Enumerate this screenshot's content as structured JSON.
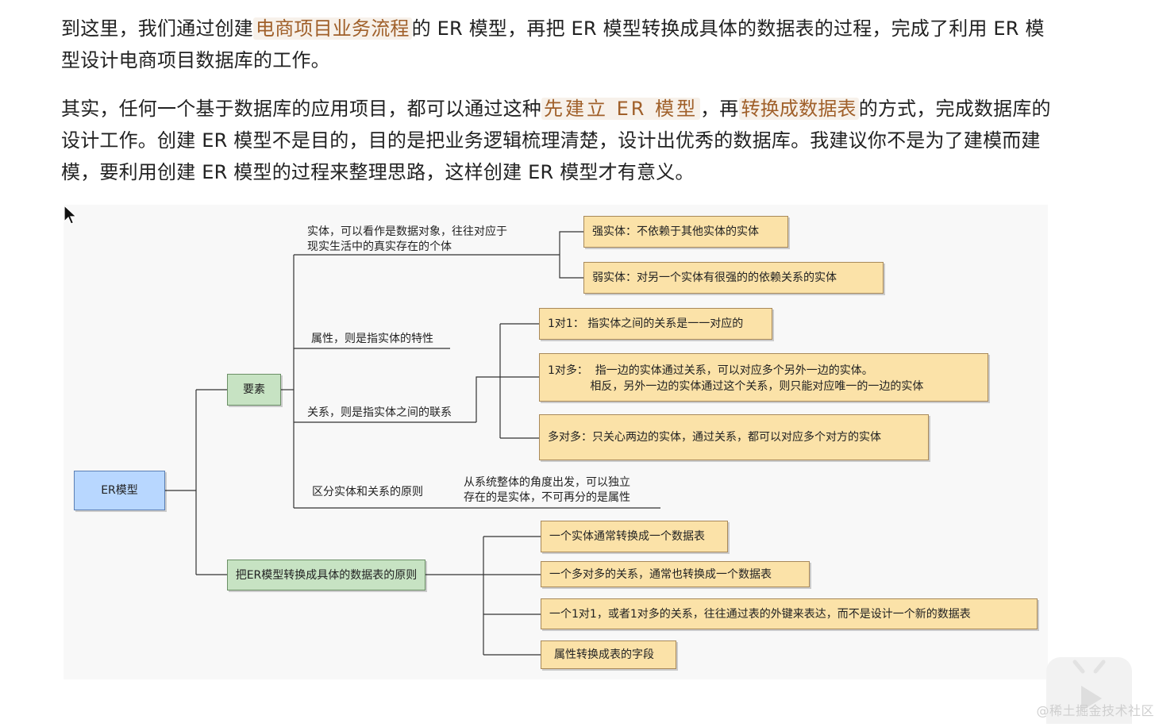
{
  "paragraph1": {
    "part1": "到这里，我们通过创建",
    "highlight": "电商项目业务流程",
    "part2": "的 ER 模型，再把 ER 模型转换成具体的数据表的过程，完成了利用 ER 模型设计电商项目数据库的工作。"
  },
  "paragraph2": {
    "part1": "其实，任何一个基于数据库的应用项目，都可以通过这种",
    "highlight1": "先建立 ER 模型",
    "part2": "，再",
    "highlight2": "转换成数据表",
    "part3": "的方式，完成数据库的设计工作。创建 ER 模型不是目的，目的是把业务逻辑梳理清楚，设计出优秀的数据库。我建议你不是为了建模而建模，要利用创建 ER 模型的过程来整理思路，这样创建 ER 模型才有意义。"
  },
  "diagram": {
    "root": "ER模型",
    "elements": "要素",
    "convert": "把ER模型转换成具体的数据表的原则",
    "entity_label": "实体，可以看作是数据对象，往往对应于\n现实生活中的真实存在的个体",
    "strong_entity": "强实体：不依赖于其他实体的实体",
    "weak_entity": "弱实体：对另一个实体有很强的的依赖关系的实体",
    "attribute_label": "属性，则是指实体的特性",
    "relation_label": "关系，则是指实体之间的联系",
    "one_to_one": "1对1：  指实体之间的关系是一一对应的",
    "one_to_many": "1对多：  指一边的实体通过关系，可以对应多个另外一边的实体。\n            相反，另外一边的实体通过这个关系，则只能对应唯一的一边的实体",
    "many_to_many": "多对多：只关心两边的实体，通过关系，都可以对应多个对方的实体",
    "principle_label": "区分实体和关系的原则",
    "principle_text": "从系统整体的角度出发，可以独立\n存在的是实体，不可再分的是属性",
    "rule1": "一个实体通常转换成一个数据表",
    "rule2": "一个多对多的关系，通常也转换成一个数据表",
    "rule3": "一个1对1，或者1对多的关系，往往通过表的外键来表达，而不是设计一个新的数据表",
    "rule4": "属性转换成表的字段"
  },
  "watermark": "@稀土掘金技术社区",
  "colors": {
    "highlight_text": "#a0602a",
    "highlight_bg": "#f7f1ea",
    "root_fill": "#b8d7ff",
    "green_fill": "#c7e3c3",
    "tan_fill": "#fbe2a8"
  },
  "icons": [
    "cursor-arrow-icon",
    "play-icon"
  ]
}
